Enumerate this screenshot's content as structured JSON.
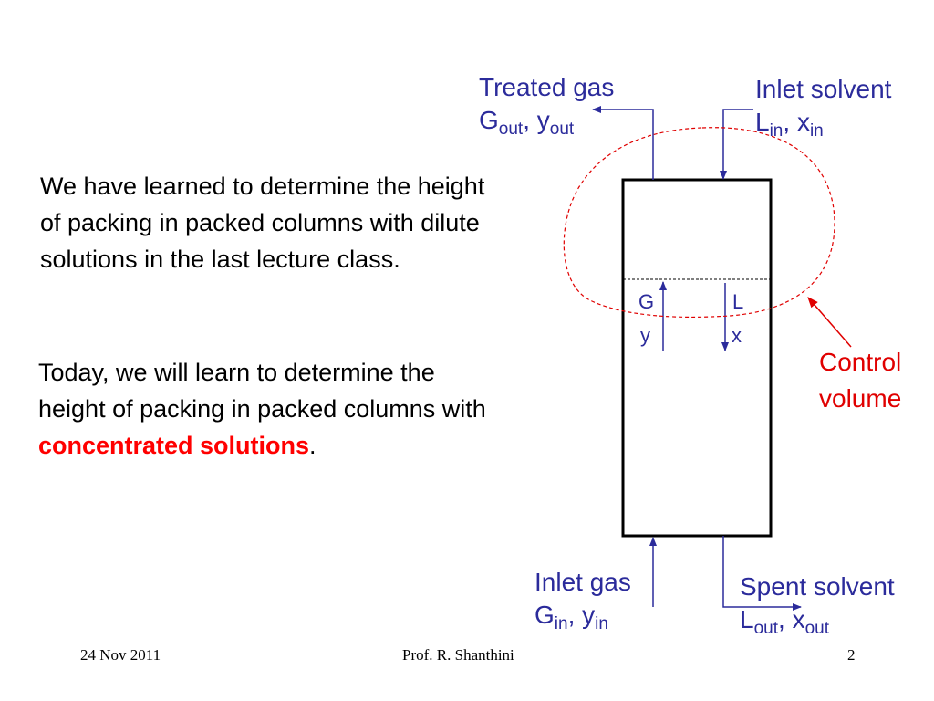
{
  "intro": {
    "paragraph1": "We have learned to determine the height of packing in packed columns with dilute solutions in the last lecture class.",
    "paragraph2_prefix": "Today, we will learn to determine the height of packing in packed columns with ",
    "paragraph2_highlight": "concentrated solutions",
    "paragraph2_suffix": "."
  },
  "diagram": {
    "treated_gas": {
      "title": "Treated gas",
      "flow_symbol": "G",
      "flow_sub": "out",
      "comp_symbol": "y",
      "comp_sub": "out"
    },
    "inlet_solvent": {
      "title": "Inlet solvent",
      "flow_symbol": "L",
      "flow_sub": "in",
      "comp_symbol": "x",
      "comp_sub": "in"
    },
    "inlet_gas": {
      "title": "Inlet gas",
      "flow_symbol": "G",
      "flow_sub": "in",
      "comp_symbol": "y",
      "comp_sub": "in"
    },
    "spent_solvent": {
      "title": "Spent solvent",
      "flow_symbol": "L",
      "flow_sub": "out",
      "comp_symbol": "x",
      "comp_sub": "out"
    },
    "internal": {
      "gas_flow": "G",
      "gas_comp": "y",
      "liquid_flow": "L",
      "liquid_comp": "x"
    },
    "control_volume_label_line1": "Control",
    "control_volume_label_line2": "volume",
    "colors": {
      "labels": "#2b2b9b",
      "control_volume": "#e00000",
      "highlight": "#ff0000"
    }
  },
  "footer": {
    "date": "24 Nov 2011",
    "author": "Prof. R. Shanthini",
    "page_number": "2"
  }
}
